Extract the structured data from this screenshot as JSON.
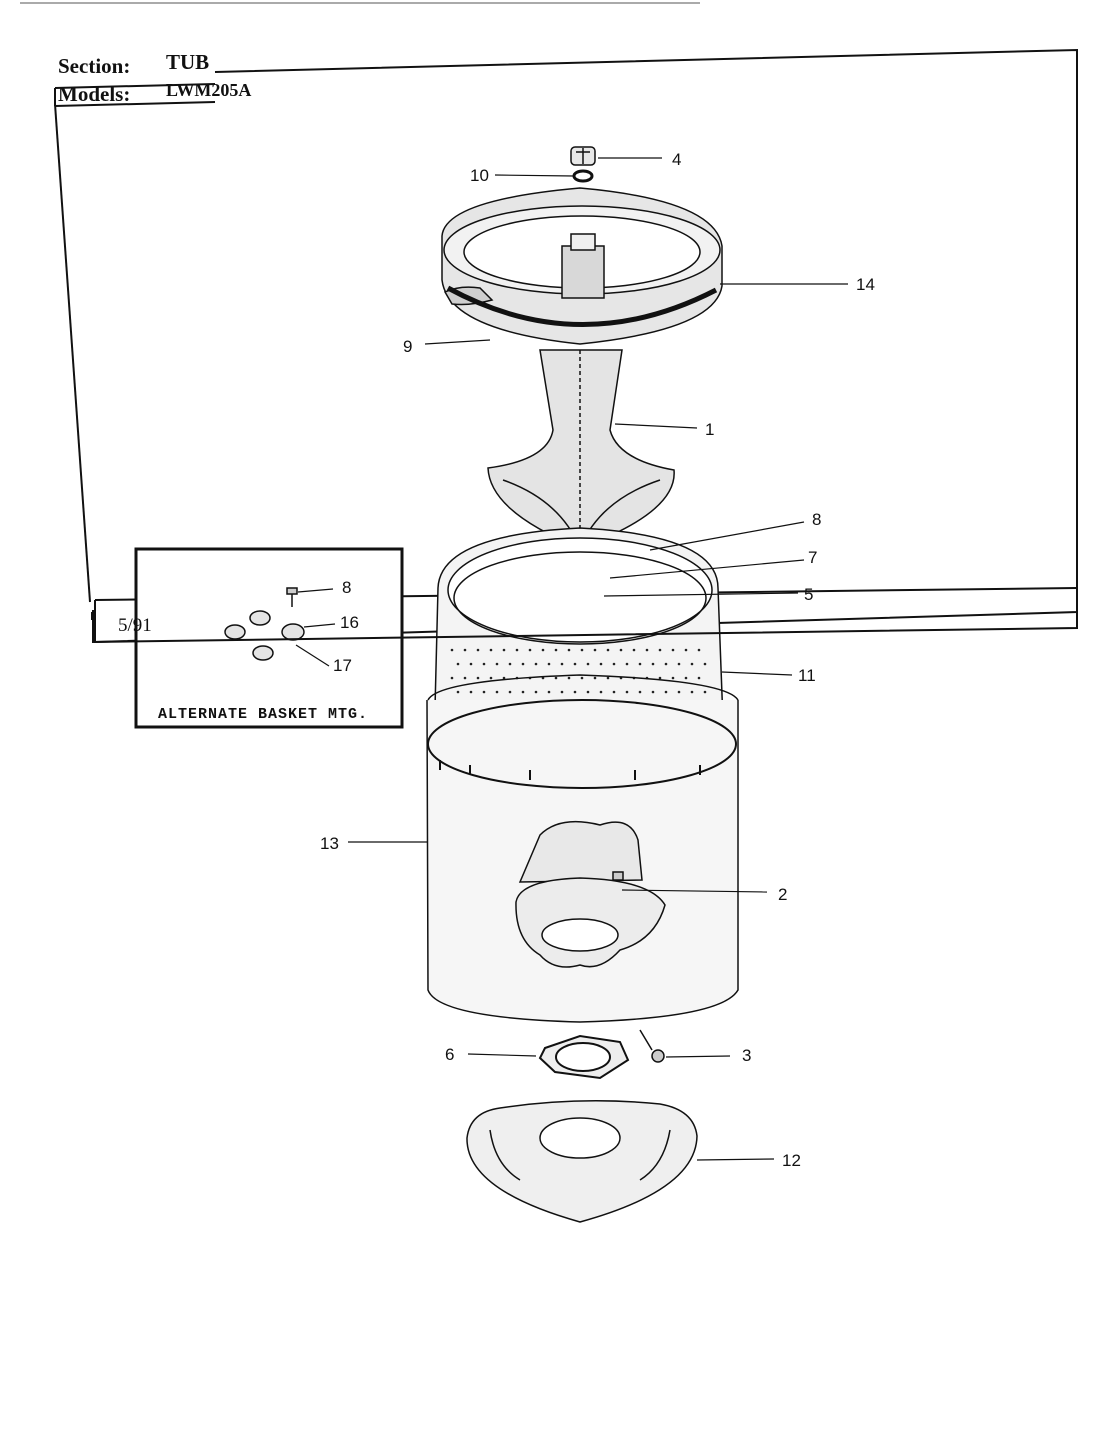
{
  "header": {
    "section_label": "Section:",
    "section_value": "TUB",
    "models_label": "Models:",
    "models_value": "LWM205A"
  },
  "inset": {
    "caption": "ALTERNATE BASKET MTG.",
    "callouts": [
      "8",
      "16",
      "17"
    ]
  },
  "callouts": [
    "4",
    "10",
    "14",
    "9",
    "1",
    "8",
    "7",
    "5",
    "11",
    "13",
    "2",
    "6",
    "3",
    "12"
  ],
  "footer": {
    "date": "5/91"
  }
}
